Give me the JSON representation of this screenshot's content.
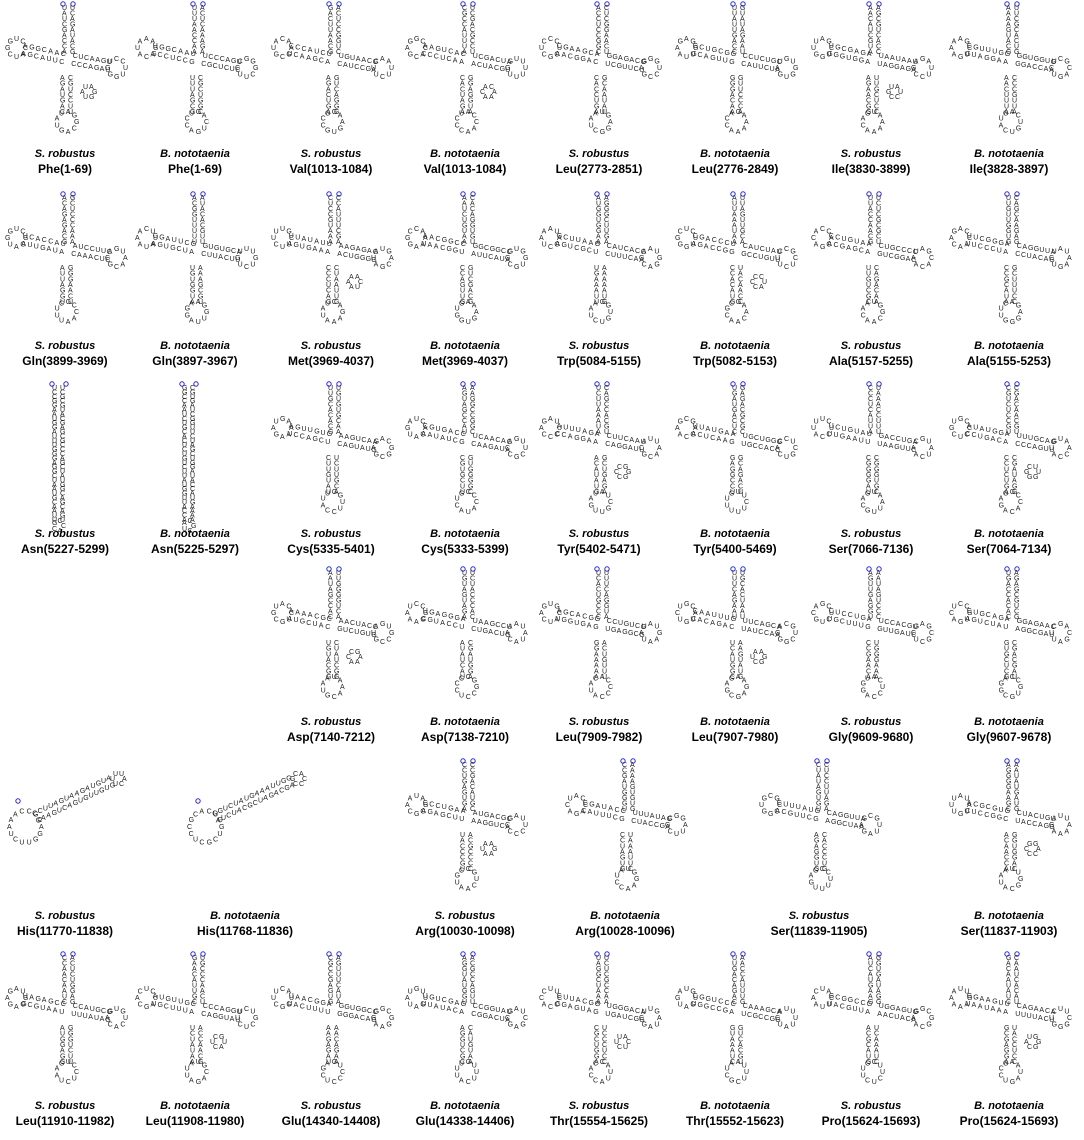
{
  "colors": {
    "text": "#000000",
    "nucleotide": "#222222",
    "terminus": "#2a2ad0"
  },
  "rows": [
    {
      "items": [
        {
          "species": "S. robustus",
          "trna": "Phe(1-69)"
        },
        {
          "species": "B. nototaenia",
          "trna": "Phe(1-69)"
        },
        {
          "species": "S. robustus",
          "trna": "Val(1013-1084)"
        },
        {
          "species": "B. nototaenia",
          "trna": "Val(1013-1084)"
        },
        {
          "species": "S. robustus",
          "trna": "Leu(2773-2851)"
        },
        {
          "species": "B. nototaenia",
          "trna": "Leu(2776-2849)"
        },
        {
          "species": "S. robustus",
          "trna": "Ile(3830-3899)"
        },
        {
          "species": "B. nototaenia",
          "trna": "Ile(3828-3897)"
        }
      ]
    },
    {
      "items": [
        {
          "species": "S. robustus",
          "trna": "Gln(3899-3969)"
        },
        {
          "species": "B. nototaenia",
          "trna": "Gln(3897-3967)"
        },
        {
          "species": "S. robustus",
          "trna": "Met(3969-4037)"
        },
        {
          "species": "B. nototaenia",
          "trna": "Met(3969-4037)"
        },
        {
          "species": "S. robustus",
          "trna": "Trp(5084-5155)"
        },
        {
          "species": "B. nototaenia",
          "trna": "Trp(5082-5153)"
        },
        {
          "species": "S. robustus",
          "trna": "Ala(5157-5255)"
        },
        {
          "species": "B. nototaenia",
          "trna": "Ala(5155-5253)"
        }
      ]
    },
    {
      "items": [
        {
          "species": "S. robustus",
          "trna": "Asn(5227-5299)"
        },
        {
          "species": "B. nototaenia",
          "trna": "Asn(5225-5297)"
        },
        {
          "species": "S. robustus",
          "trna": "Cys(5335-5401)"
        },
        {
          "species": "B. nototaenia",
          "trna": "Cys(5333-5399)"
        },
        {
          "species": "S. robustus",
          "trna": "Tyr(5402-5471)"
        },
        {
          "species": "B. nototaenia",
          "trna": "Tyr(5400-5469)"
        },
        {
          "species": "S. robustus",
          "trna": "Ser(7066-7136)"
        },
        {
          "species": "B. nototaenia",
          "trna": "Ser(7064-7134)"
        }
      ]
    },
    {
      "items": [
        {
          "species": "S. robustus",
          "trna": "Asp(7140-7212)"
        },
        {
          "species": "B. nototaenia",
          "trna": "Asp(7138-7210)"
        },
        {
          "species": "S. robustus",
          "trna": "Leu(7909-7982)"
        },
        {
          "species": "B. nototaenia",
          "trna": "Leu(7907-7980)"
        },
        {
          "species": "S. robustus",
          "trna": "Gly(9609-9680)"
        },
        {
          "species": "B. nototaenia",
          "trna": "Gly(9607-9678)"
        }
      ]
    },
    {
      "items": [
        {
          "species": "S. robustus",
          "trna": "His(11770-11838)"
        },
        {
          "species": "B. nototaenia",
          "trna": "His(11768-11836)"
        },
        {
          "species": "S. robustus",
          "trna": "Arg(10030-10098)"
        },
        {
          "species": "B. nototaenia",
          "trna": "Arg(10028-10096)"
        },
        {
          "species": "S. robustus",
          "trna": "Ser(11839-11905)"
        },
        {
          "species": "B. nototaenia",
          "trna": "Ser(11837-11903)"
        }
      ]
    },
    {
      "items": [
        {
          "species": "S. robustus",
          "trna": "Leu(11910-11982)"
        },
        {
          "species": "B. nototaenia",
          "trna": "Leu(11908-11980)"
        },
        {
          "species": "S. robustus",
          "trna": "Glu(14340-14408)"
        },
        {
          "species": "B. nototaenia",
          "trna": "Glu(14338-14406)"
        },
        {
          "species": "S. robustus",
          "trna": "Thr(15554-15625)"
        },
        {
          "species": "B. nototaenia",
          "trna": "Thr(15552-15623)"
        },
        {
          "species": "S. robustus",
          "trna": "Pro(15624-15693)"
        },
        {
          "species": "B. nototaenia",
          "trna": "Pro(15624-15693)"
        }
      ]
    }
  ]
}
